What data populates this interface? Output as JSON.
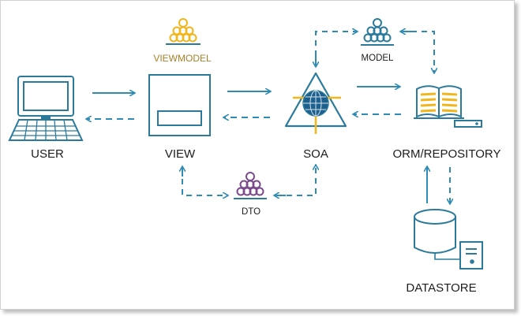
{
  "nodes": {
    "user": {
      "label": "USER"
    },
    "view": {
      "label": "VIEW"
    },
    "viewmodel": {
      "label": "VIEWMODEL"
    },
    "soa": {
      "label": "SOA"
    },
    "model": {
      "label": "MODEL"
    },
    "dto": {
      "label": "DTO"
    },
    "orm": {
      "label": "ORM/REPOSITORY"
    },
    "datastore": {
      "label": "DATASTORE"
    }
  },
  "colors": {
    "primary": "#2b7a9c",
    "arrow": "#2f8bb3",
    "viewmodel_accent": "#f2b51c",
    "dto_accent": "#7a4a8c",
    "text": "#1d1d1d",
    "viewmodel_text": "#a8802a"
  },
  "icons": {
    "user": "computer-icon",
    "view": "window-icon",
    "viewmodel": "people-hierarchy-icon",
    "model": "people-hierarchy-icon",
    "dto": "people-hierarchy-icon",
    "soa": "globe-triangle-icon",
    "orm": "open-book-icon",
    "datastore": "database-server-icon"
  }
}
